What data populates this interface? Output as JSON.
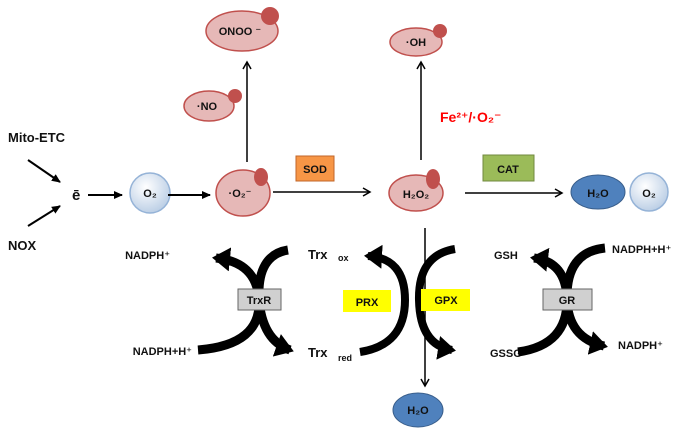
{
  "sources": {
    "mito_etc": "Mito-ETC",
    "nox": "NOX"
  },
  "electron": "ē",
  "species": {
    "o2": "O₂",
    "superoxide": "·O₂⁻",
    "no": "·NO",
    "peroxynitrite": "ONOO ⁻",
    "h2o2": "H₂O₂",
    "hydroxyl": "·OH",
    "h2o_cat": "H₂O",
    "o2_cat": "O₂",
    "h2o_bottom": "H₂O"
  },
  "fenton_label": "Fe²⁺/·O₂⁻",
  "enzymes": {
    "sod": "SOD",
    "cat": "CAT",
    "trxr": "TrxR",
    "prx": "PRX",
    "gpx": "GPX",
    "gr": "GR"
  },
  "cofactors": {
    "left_top": "NADPH⁺",
    "left_bottom": "NADPH+H⁺",
    "trx_ox": "Trx",
    "trx_ox_sub": "ox",
    "trx_red": "Trx",
    "trx_red_sub": "red",
    "gsh": "GSH",
    "gssg": "GSSG",
    "right_top": "NADPH+H⁺",
    "right_bottom": "NADPH⁺"
  },
  "colors": {
    "ros_fill": "#e6b8b7",
    "ros_stroke": "#c0504d",
    "o2_fill": "#dbe5f1",
    "water_fill": "#4f81bd",
    "sod": "#f79646",
    "cat": "#9bbb59",
    "highlight": "#ffff00",
    "enzyme_box": "#d0d0d0",
    "fenton": "#ff0000"
  }
}
